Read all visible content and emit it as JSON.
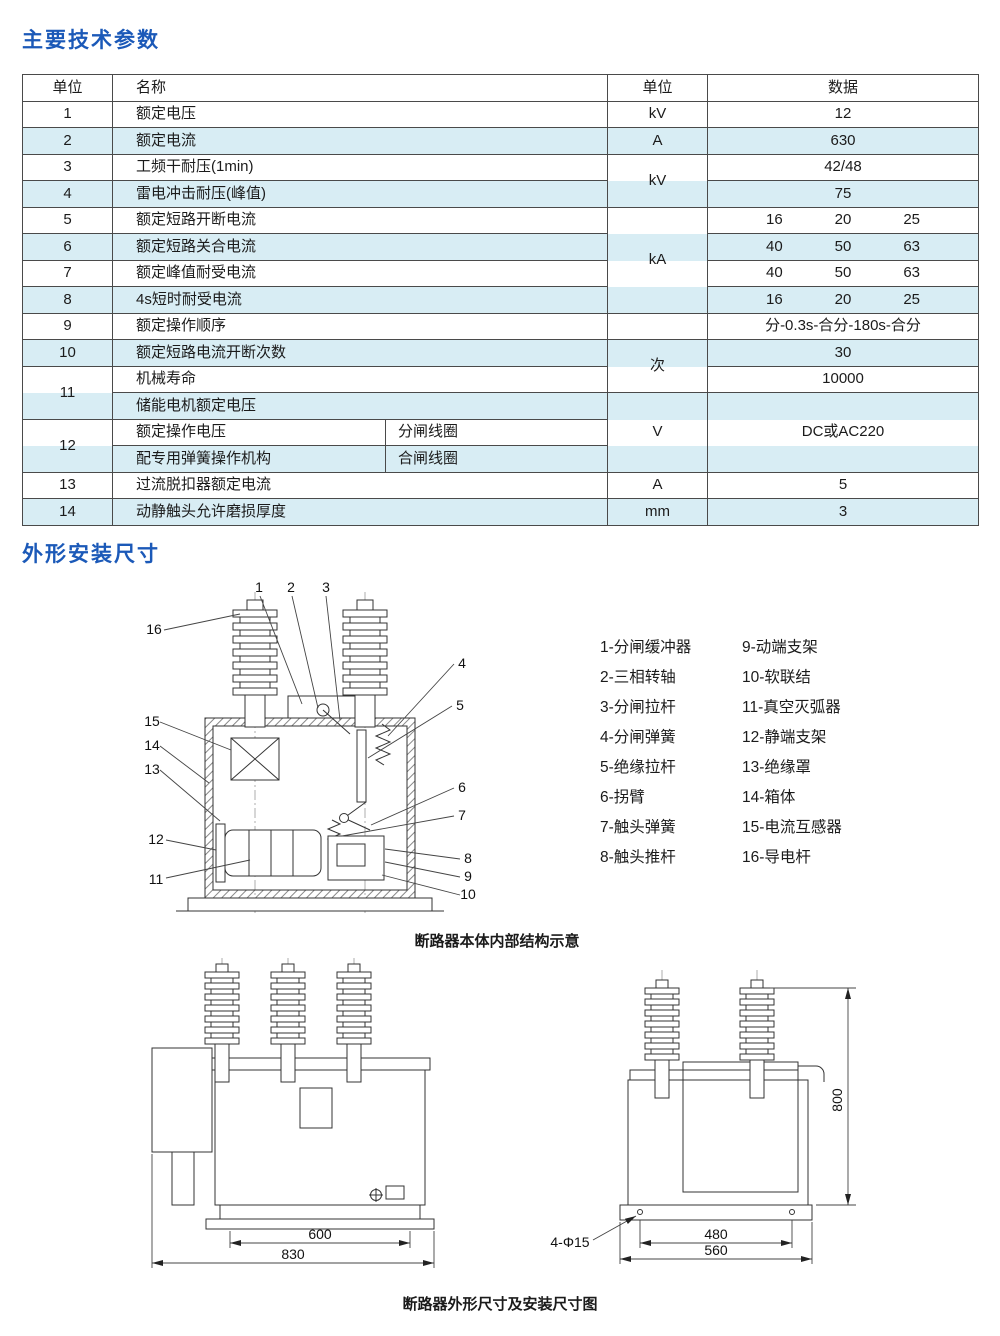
{
  "page": {
    "accent_blue": "#1b59b8",
    "stripe_color": "#d8edf4"
  },
  "headings": {
    "params": "主要技术参数",
    "dims": "外形安装尺寸"
  },
  "table": {
    "header": {
      "no": "单位",
      "name": "名称",
      "unit": "单位",
      "data": "数据"
    },
    "r1": {
      "no": "1",
      "name": "额定电压",
      "unit": "kV",
      "data": "12"
    },
    "r2": {
      "no": "2",
      "name": "额定电流",
      "unit": "A",
      "data": "630"
    },
    "r3": {
      "no": "3",
      "name": "工频干耐压(1min)",
      "unit": "kV",
      "data": "42/48"
    },
    "r4": {
      "no": "4",
      "name": "雷电冲击耐压(峰值)",
      "data": "75"
    },
    "r5": {
      "no": "5",
      "name": "额定短路开断电流",
      "unit": "kA",
      "v1": "16",
      "v2": "20",
      "v3": "25"
    },
    "r6": {
      "no": "6",
      "name": "额定短路关合电流",
      "v1": "40",
      "v2": "50",
      "v3": "63"
    },
    "r7": {
      "no": "7",
      "name": "额定峰值耐受电流",
      "v1": "40",
      "v2": "50",
      "v3": "63"
    },
    "r8": {
      "no": "8",
      "name": "4s短时耐受电流",
      "v1": "16",
      "v2": "20",
      "v3": "25"
    },
    "r9": {
      "no": "9",
      "name": "额定操作顺序",
      "data": "分-0.3s-合分-180s-合分"
    },
    "r10": {
      "no": "10",
      "name": "额定短路电流开断次数",
      "unit": "次",
      "data": "30"
    },
    "r11a": {
      "no": "11",
      "name": "机械寿命",
      "data": "10000"
    },
    "r11b": {
      "name": "储能电机额定电压",
      "unit": "V",
      "data": "DC或AC220"
    },
    "r12a": {
      "no": "12",
      "name": "额定操作电压",
      "coil": "分闸线圈"
    },
    "r12b": {
      "name": "配专用弹簧操作机构",
      "coil": "合闸线圈"
    },
    "r13": {
      "no": "13",
      "name": "过流脱扣器额定电流",
      "unit": "A",
      "data": "5"
    },
    "r14": {
      "no": "14",
      "name": "动静触头允许磨损厚度",
      "unit": "mm",
      "data": "3"
    }
  },
  "callouts": [
    "1",
    "2",
    "3",
    "4",
    "5",
    "6",
    "7",
    "8",
    "9",
    "10",
    "11",
    "12",
    "13",
    "14",
    "15",
    "16"
  ],
  "legend": {
    "left": [
      "1-分闸缓冲器",
      "2-三相转轴",
      "3-分闸拉杆",
      "4-分闸弹簧",
      "5-绝缘拉杆",
      "6-拐臂",
      "7-触头弹簧",
      "8-触头推杆"
    ],
    "right": [
      "9-动端支架",
      "10-软联结",
      "11-真空灭弧器",
      "12-静端支架",
      "13-绝缘罩",
      "14-箱体",
      "15-电流互感器",
      "16-导电杆"
    ]
  },
  "captions": {
    "internal": "断路器本体内部结构示意",
    "outline": "断路器外形尺寸及安装尺寸图"
  },
  "dims": {
    "front_inner": "600",
    "front_outer": "830",
    "height": "800",
    "holes": "4-Φ15",
    "side_inner": "480",
    "side_outer": "560"
  }
}
